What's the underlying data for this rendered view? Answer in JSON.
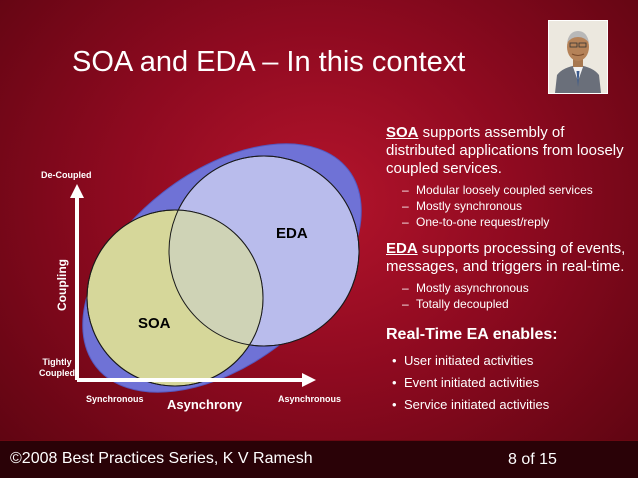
{
  "slide": {
    "title": "SOA and EDA – In this context"
  },
  "diagram": {
    "y_axis_label": "Coupling",
    "y_top_label": "De-Coupled",
    "y_bottom_label": "Tightly\nCoupled",
    "x_left_label": "Synchronous",
    "x_center_label": "Asynchrony",
    "x_right_label": "Asynchronous",
    "eda_label": "EDA",
    "soa_label": "SOA",
    "colors": {
      "outer_ellipse": "#6f72d6",
      "eda_circle": "#b9bcec",
      "soa_circle": "#d6d79a",
      "overlap": "#cfd3b6",
      "axis": "#ffffff"
    }
  },
  "right_column": {
    "soa": {
      "heading": "SOA",
      "text": " supports assembly of distributed applications from loosely coupled services.",
      "items": [
        "Modular loosely coupled services",
        "Mostly synchronous",
        "One-to-one request/reply"
      ]
    },
    "eda": {
      "heading": "EDA",
      "text": " supports processing of events, messages, and triggers in real-time.",
      "items": [
        "Mostly asynchronous",
        "Totally decoupled"
      ]
    },
    "enables": {
      "heading": "Real-Time EA enables:",
      "items": [
        "User initiated activities",
        "Event initiated activities",
        "Service initiated activities"
      ]
    }
  },
  "footer": {
    "copyright": "©2008 Best Practices Series, K V Ramesh",
    "page": "8 of 15"
  },
  "icons": {
    "dash": "–",
    "bullet": "•",
    "photo": "presenter-photo"
  }
}
